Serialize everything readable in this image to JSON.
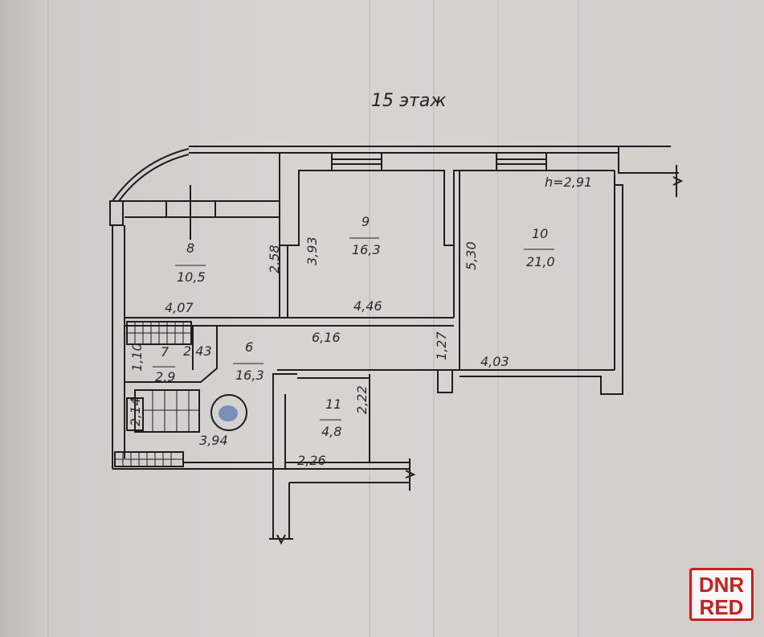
{
  "title": "15 этаж",
  "ceiling_height": "h=2,91",
  "rooms": [
    {
      "number": "8",
      "area": "10,5"
    },
    {
      "number": "9",
      "area": "16,3"
    },
    {
      "number": "10",
      "area": "21,0"
    },
    {
      "number": "7",
      "area": "2,9"
    },
    {
      "number": "6",
      "area": "16,3"
    },
    {
      "number": "11",
      "area": "4,8"
    }
  ],
  "dimensions": {
    "d258": "2,58",
    "d393": "3,93",
    "d530": "5,30",
    "d407": "4,07",
    "d446": "4,46",
    "d616": "6,16",
    "d127": "1,27",
    "d403": "4,03",
    "d110": "1,10",
    "d243": "2,43",
    "d222": "2,22",
    "d214": "2,14",
    "d394": "3,94",
    "d226": "2,26"
  },
  "watermark": {
    "line1": "DNR",
    "line2": "RED"
  }
}
